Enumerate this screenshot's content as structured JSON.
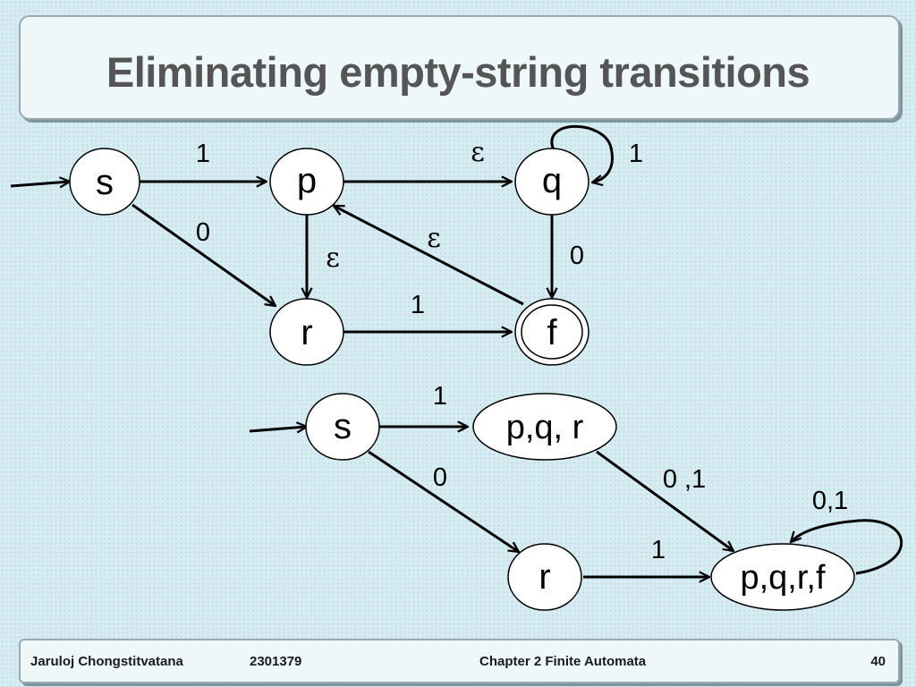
{
  "title": "Eliminating empty-string transitions",
  "nfa": {
    "states": {
      "s": "s",
      "p": "p",
      "q": "q",
      "r": "r",
      "f": "f"
    },
    "edge_labels": {
      "s_p": "1",
      "p_q": "ε",
      "q_q": "1",
      "s_r": "0",
      "f_p": "ε",
      "p_r": "ε",
      "q_f": "0",
      "r_f": "1"
    }
  },
  "dfa": {
    "states": {
      "s": "s",
      "pqr": "p,q, r",
      "r": "r",
      "pqrf": "p,q,r,f"
    },
    "edge_labels": {
      "s_pqr": "1",
      "s_r": "0",
      "pqr_pqrf": "0 ,1",
      "r_pqrf": "1",
      "pqrf_pqrf": "0,1"
    }
  },
  "footer": {
    "author": "Jaruloj Chongstitvatana",
    "course": "2301379",
    "chapter": "Chapter 2 Finite Automata",
    "page": "40"
  }
}
